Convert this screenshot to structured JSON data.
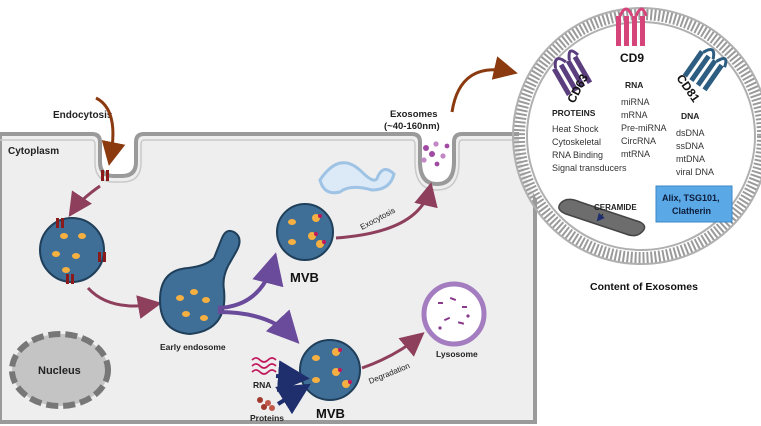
{
  "labels": {
    "endocytosis": "Endocytosis",
    "exosomes_line1": "Exosomes",
    "exosomes_line2": "(~40-160nm)",
    "cytoplasm": "Cytoplasm",
    "exocytosis": "Exocytosis",
    "mvb_top": "MVB",
    "mvb_bottom": "MVB",
    "early_endosome": "Early endosome",
    "lysosome": "Lysosome",
    "degradation": "Degradation",
    "nucleus": "Nucleus",
    "rna": "RNA",
    "proteins": "Proteins",
    "content_title": "Content of Exosomes"
  },
  "exosome_content": {
    "markers": {
      "cd63": "CD63",
      "cd9": "CD9",
      "cd81": "CD81"
    },
    "proteins": {
      "heading": "PROTEINS",
      "items": [
        "Heat Shock",
        "Cytoskeletal",
        "RNA Binding",
        "Signal transducers"
      ]
    },
    "rna": {
      "heading": "RNA",
      "items": [
        "miRNA",
        "mRNA",
        "Pre-miRNA",
        "CircRNA",
        "mtRNA"
      ]
    },
    "dna": {
      "heading": "DNA",
      "items": [
        "dsDNA",
        "ssDNA",
        "mtDNA",
        "viral DNA"
      ]
    },
    "box": {
      "lines": [
        "Alix, TSG101,",
        "Clatherin"
      ]
    },
    "ceramide": "CERAMIDE"
  },
  "colors": {
    "cytoplasm_fill": "#eeeeee",
    "membrane_gray": "#9a9a9a",
    "vesicle_blue": "#3f6e96",
    "cargo_orange": "#f5b041",
    "arrow_brown": "#8b3a0f",
    "arrow_maroon": "#8e3f5c",
    "arrow_purple": "#6a4a9a",
    "cd63_purple": "#5b3e7e",
    "cd9_pink": "#d6457a",
    "cd81_blue": "#2d5e82",
    "box_blue": "#5aa9e6",
    "ceramide_gray": "#777777",
    "lysosome_purple": "#a37dc0"
  }
}
